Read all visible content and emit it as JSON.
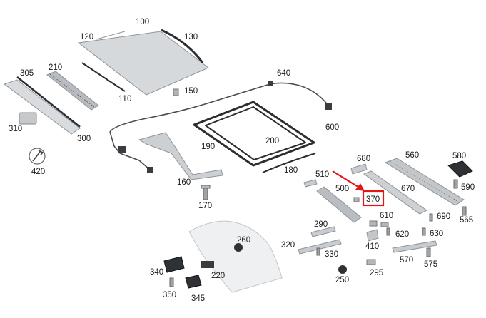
{
  "diagram": {
    "highlight_color": "#e3151a",
    "highlighted_part": "370",
    "labels": {
      "p100": "100",
      "p110": "110",
      "p120": "120",
      "p130": "130",
      "p150": "150",
      "p160": "160",
      "p170": "170",
      "p180": "180",
      "p190": "190",
      "p200": "200",
      "p210": "210",
      "p220": "220",
      "p250": "250",
      "p260": "260",
      "p290": "290",
      "p295": "295",
      "p300": "300",
      "p305": "305",
      "p310": "310",
      "p320": "320",
      "p330": "330",
      "p340": "340",
      "p345": "345",
      "p350": "350",
      "p370": "370",
      "p410": "410",
      "p420": "420",
      "p500": "500",
      "p510": "510",
      "p560": "560",
      "p565": "565",
      "p570": "570",
      "p575": "575",
      "p580": "580",
      "p590": "590",
      "p600": "600",
      "p610": "610",
      "p620": "620",
      "p630": "630",
      "p640": "640",
      "p670": "670",
      "p680": "680",
      "p690": "690"
    }
  }
}
